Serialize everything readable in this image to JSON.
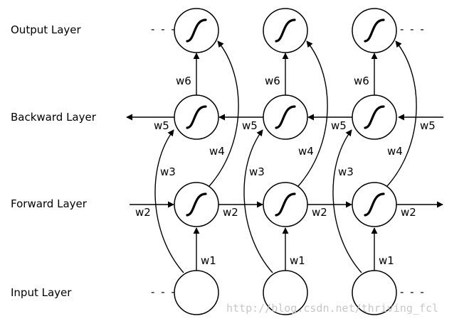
{
  "layers": [
    {
      "id": "output",
      "label": "Output Layer"
    },
    {
      "id": "backward",
      "label": "Backward Layer"
    },
    {
      "id": "forward",
      "label": "Forward Layer"
    },
    {
      "id": "input",
      "label": "Input Layer"
    }
  ],
  "weights": {
    "w1": "w1",
    "w2": "w2",
    "w3": "w3",
    "w4": "w4",
    "w5": "w5",
    "w6": "w6"
  },
  "ellipsis": "- - -",
  "watermark": "http://blog.csdn.net/thriving_fcl",
  "timesteps": 3
}
